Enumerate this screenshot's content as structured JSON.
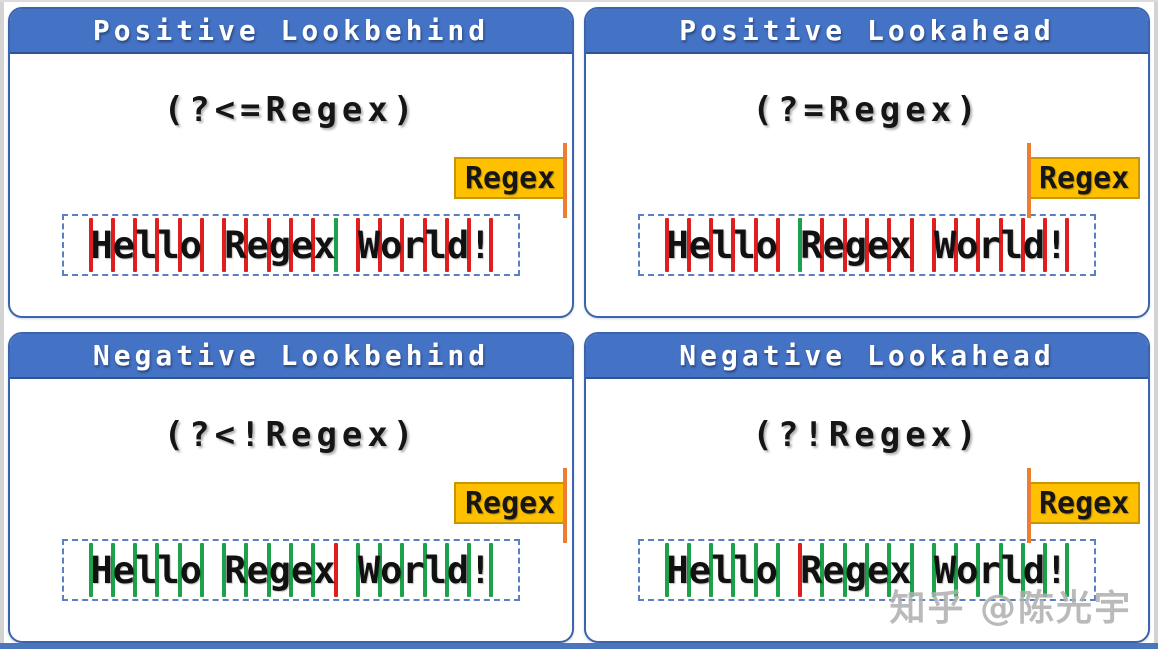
{
  "colors": {
    "header_blue": "#4472c4",
    "panel_border": "#3c64ac",
    "header_underline": "#2f5597",
    "flag_fill": "#ffc000",
    "flag_border": "#c89600",
    "pole_orange": "#ed7d31",
    "dashed_border": "#5b7fc0",
    "strip_blue": "#4b76bd",
    "edge_gray": "#d3d3d3",
    "watermark_gray": "#aeaeae",
    "bar_red": "#df1f1f",
    "bar_green": "#1ca24a"
  },
  "watermark": "知乎 @陈光宇",
  "panels": [
    {
      "id": "positive-lookbehind",
      "title": "Positive Lookbehind",
      "pattern": "(?<=Regex)",
      "flag_label": "Regex",
      "pole_side": "right",
      "sentence": "Hello Regex World!",
      "match_index": 11,
      "bar_default": "#df1f1f",
      "bar_match": "#1ca24a"
    },
    {
      "id": "positive-lookahead",
      "title": "Positive Lookahead",
      "pattern": "(?=Regex)",
      "flag_label": "Regex",
      "pole_side": "left",
      "sentence": "Hello Regex World!",
      "match_index": 6,
      "bar_default": "#df1f1f",
      "bar_match": "#1ca24a"
    },
    {
      "id": "negative-lookbehind",
      "title": "Negative Lookbehind",
      "pattern": "(?<!Regex)",
      "flag_label": "Regex",
      "pole_side": "right",
      "sentence": "Hello Regex World!",
      "match_index": 11,
      "bar_default": "#1ca24a",
      "bar_match": "#df1f1f"
    },
    {
      "id": "negative-lookahead",
      "title": "Negative Lookahead",
      "pattern": "(?!Regex)",
      "flag_label": "Regex",
      "pole_side": "left",
      "sentence": "Hello Regex World!",
      "match_index": 6,
      "bar_default": "#1ca24a",
      "bar_match": "#df1f1f"
    }
  ]
}
